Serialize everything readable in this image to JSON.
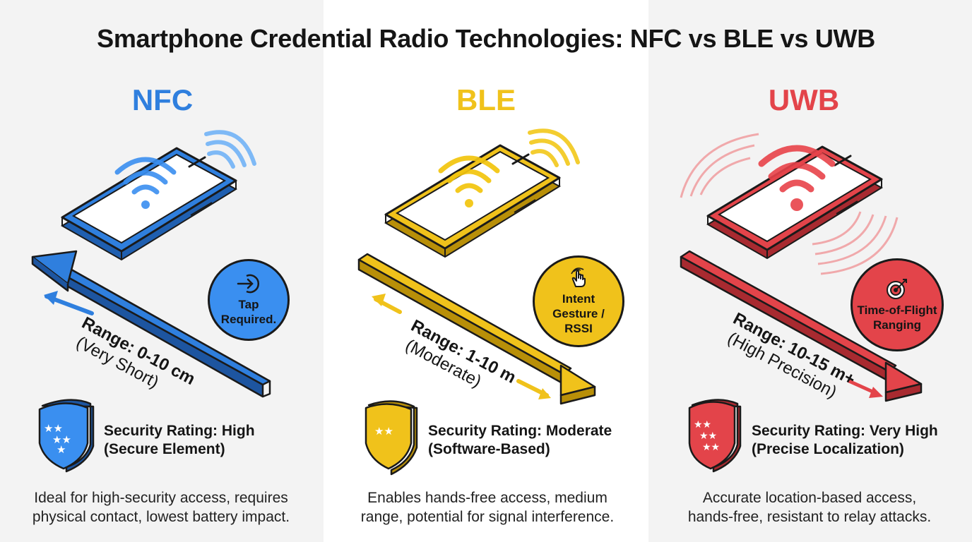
{
  "title": "Smartphone Credential Radio Technologies: NFC vs BLE vs UWB",
  "colors": {
    "nfc": "#2f7fde",
    "ble": "#f0c21b",
    "uwb": "#e3444a",
    "outline": "#1a1a1a"
  },
  "nfc": {
    "name": "NFC",
    "badge": "Tap Required.",
    "badge_icon": "tap-arrow-icon",
    "range_label": "Range: 0-10 cm",
    "range_note": "(Very Short)",
    "security_rating": "Security Rating: High",
    "security_detail": "(Secure Element)",
    "description_line1": "Ideal for high-security access, requires",
    "description_line2": "physical contact, lowest battery impact."
  },
  "ble": {
    "name": "BLE",
    "badge_line1": "Intent",
    "badge_line2": "Gesture /",
    "badge_line3": "RSSI",
    "badge_icon": "hand-gesture-icon",
    "range_label": "Range: 1-10 m",
    "range_note": "(Moderate)",
    "security_rating": "Security Rating: Moderate",
    "security_detail": "(Software-Based)",
    "description_line1": "Enables hands-free access, medium",
    "description_line2": "range, potential for signal interference."
  },
  "uwb": {
    "name": "UWB",
    "badge_line1": "Time-of-Flight",
    "badge_line2": "Ranging",
    "badge_icon": "target-icon",
    "range_label": "Range: 10-15 m+",
    "range_note": "(High Precision)",
    "security_rating": "Security Rating: Very High",
    "security_detail": "(Precise Localization)",
    "description_line1": "Accurate location-based access,",
    "description_line2": "hands-free, resistant to relay attacks."
  }
}
